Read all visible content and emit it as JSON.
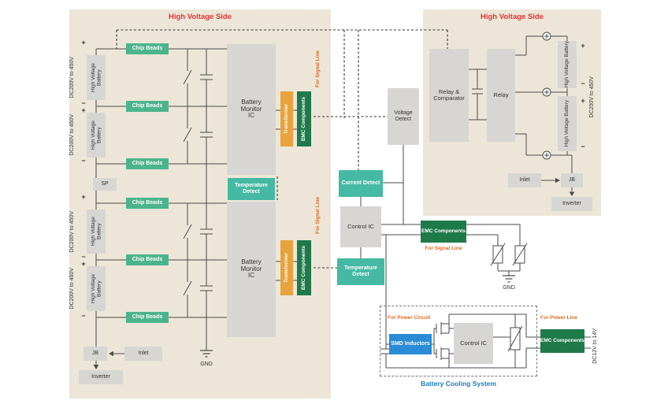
{
  "left_panel": {
    "title": "High Voltage Side",
    "battery_label": "High Voltage Battery",
    "battery_voltage": "DC200V to 450V",
    "chip_beads": "Chip Beads",
    "monitor_ic": "Battery Monitor IC",
    "temperature_detect": "Temperature Detect",
    "transformer": "Transformer",
    "emc_components": "EMC Components",
    "for_signal_line": "For Signal Line",
    "sp": "SP",
    "jb": "JB",
    "inlet": "Inlet",
    "inverter": "Inverter",
    "gnd": "GND"
  },
  "middle": {
    "voltage_detect": "Voltage Detect",
    "current_detect": "Current Detect",
    "control_ic": "Control IC",
    "temperature_detect": "Temperature Detect",
    "emc_components": "EMC Components",
    "for_signal_line": "For Signal Line",
    "gnd": "GND"
  },
  "right_panel": {
    "title": "High Voltage Side",
    "relay_comparator": "Relay & Comparator",
    "relay": "Relay",
    "battery_label": "High Voltage Battery",
    "battery_voltage": "DC200V to 450V",
    "inlet": "Inlet",
    "jb": "JB",
    "inverter": "Inverter"
  },
  "cooling": {
    "title": "Battery Cooling System",
    "for_power_circuit": "For Power Circuit",
    "smd_inductors": "SMD Inductors",
    "control_ic": "Control IC",
    "for_power_line": "For Power Line",
    "emc_components": "EMC Components",
    "dc_range": "DC12V to 14V"
  },
  "symbols": {
    "plus": "+",
    "minus": "−"
  },
  "colors": {
    "panel_bg": "#EDE6D8",
    "box_gray": "#D7D6D3",
    "teal": "#45B9A3",
    "chip_bead_green": "#4CB48D",
    "emc_green": "#1F7A4A",
    "transformer_orange": "#E8A33C",
    "smd_blue": "#2A8CD4",
    "title_red": "#E03535",
    "annotation_orange": "#E06A1E",
    "cooling_blue": "#1C7CC4",
    "wire": "#4A4A4A"
  }
}
